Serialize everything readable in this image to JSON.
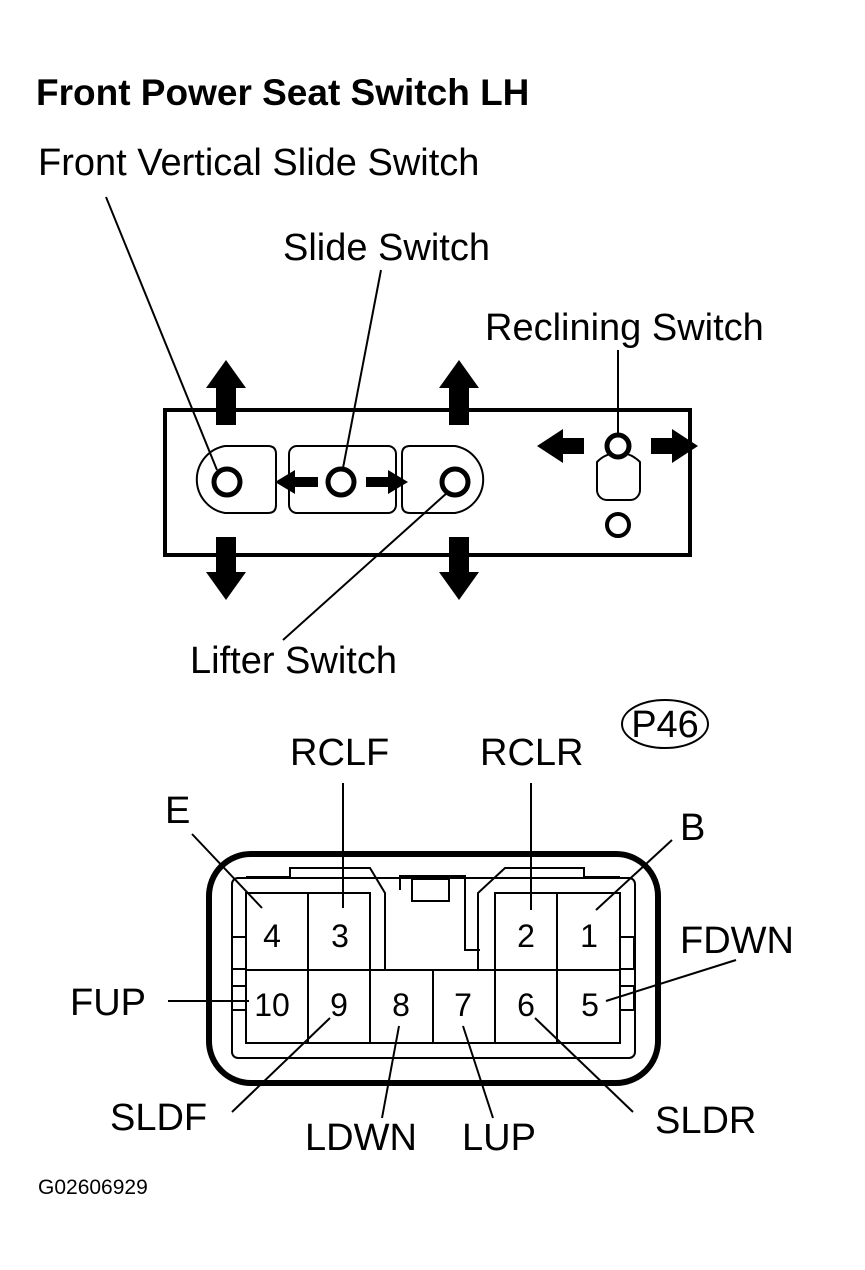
{
  "title": "Front Power Seat Switch LH",
  "switch_labels": {
    "front_vertical_slide": "Front Vertical Slide Switch",
    "slide": "Slide Switch",
    "reclining": "Reclining Switch",
    "lifter": "Lifter Switch"
  },
  "connector": {
    "code": "P46",
    "top_row": [
      {
        "pin": "4",
        "signal": "E"
      },
      {
        "pin": "3",
        "signal": "RCLF"
      },
      {
        "pin": "2",
        "signal": "RCLR"
      },
      {
        "pin": "1",
        "signal": "B"
      }
    ],
    "bottom_row": [
      {
        "pin": "10",
        "signal": "FUP"
      },
      {
        "pin": "9",
        "signal": "SLDF"
      },
      {
        "pin": "8",
        "signal": "LDWN"
      },
      {
        "pin": "7",
        "signal": "LUP"
      },
      {
        "pin": "6",
        "signal": "SLDR"
      },
      {
        "pin": "5",
        "signal": "FDWN"
      }
    ]
  },
  "figure_code": "G02606929"
}
